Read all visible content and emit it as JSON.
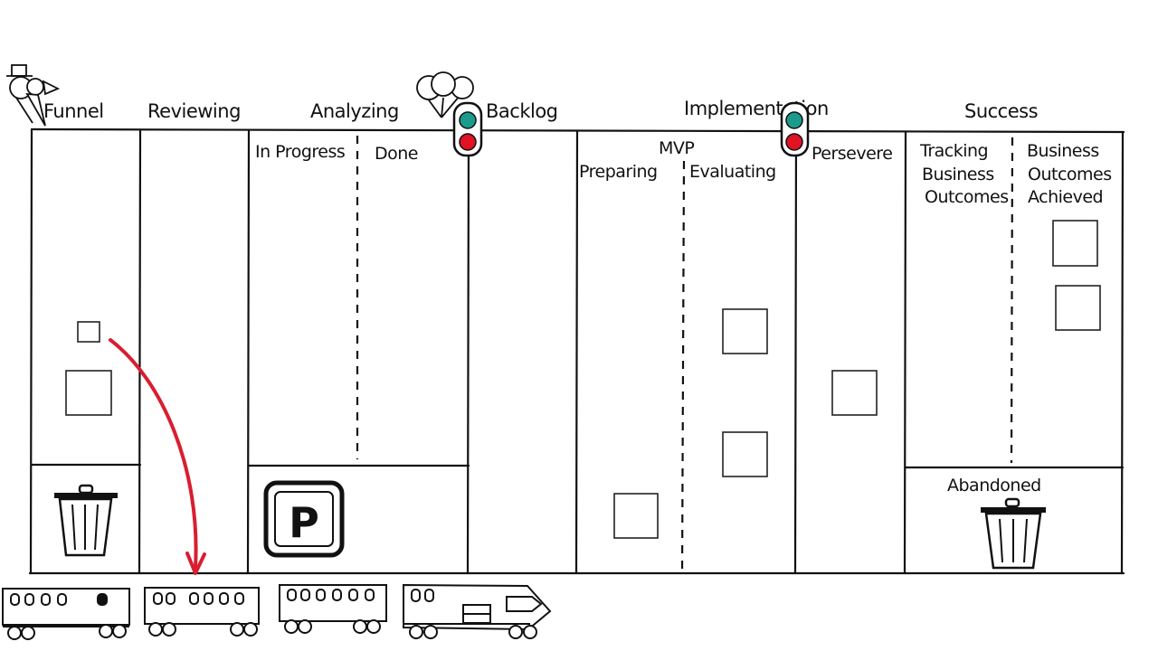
{
  "columns": {
    "funnel": "Funnel",
    "reviewing": "Reviewing",
    "analyzing": "Analyzing",
    "backlog": "Backlog",
    "implementation": "Implementation",
    "success": "Success"
  },
  "analyzing_lanes": {
    "in_progress": "In Progress",
    "done": "Done"
  },
  "implementation_lanes": {
    "mvp": "MVP",
    "preparing": "Preparing",
    "evaluating": "Evaluating",
    "persevere": "Persevere"
  },
  "success_lanes": {
    "tracking": [
      "Tracking",
      "Business",
      "Outcomes"
    ],
    "achieved": [
      "Business",
      "Outcomes",
      "Achieved"
    ],
    "abandoned": "Abandoned"
  },
  "parking_sign": "P",
  "colors": {
    "arrow": "#d81e30",
    "light_green": "#1a9b8c",
    "light_red": "#e01224"
  },
  "icons": [
    "person-icon",
    "balloons-icon",
    "traffic-light-icon",
    "trash-can-icon",
    "parking-sign-icon",
    "train-icon"
  ]
}
